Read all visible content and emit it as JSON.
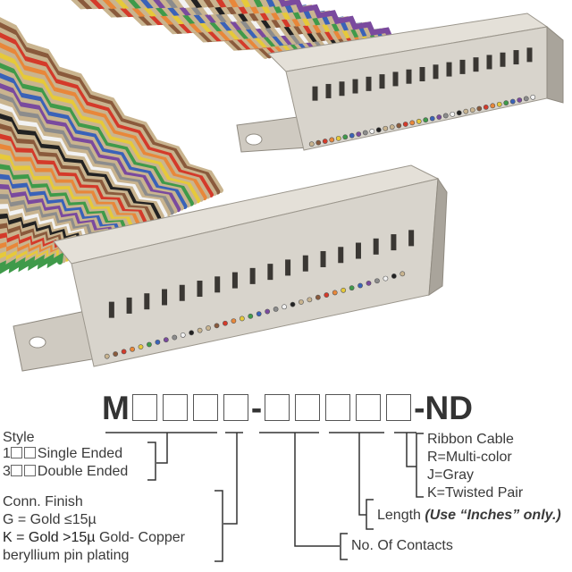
{
  "part_number": {
    "prefix": "M",
    "middle_sep": "-",
    "suffix": "-ND",
    "boxes_first_group": 4,
    "boxes_second_group": 5
  },
  "style": {
    "heading": "Style",
    "options": [
      {
        "code": "1",
        "label": "Single Ended"
      },
      {
        "code": "3",
        "label": "Double Ended"
      }
    ]
  },
  "finish": {
    "heading": "Conn. Finish",
    "option_g": "G = Gold ≤15µ",
    "option_k_bold": "K = Gold >15µ",
    "option_k_rest": " Gold- Copper",
    "option_k_line2": "beryllium pin plating"
  },
  "contacts": {
    "label": "No. Of Contacts"
  },
  "length": {
    "label": "Length ",
    "note": "(Use “Inches” only.)"
  },
  "cable": {
    "heading": "Ribbon Cable",
    "options": [
      "R=Multi-color",
      "J=Gray",
      "K=Twisted Pair"
    ]
  },
  "colors": {
    "connector": "#d8d4cc",
    "connector_dark": "#a9a49b",
    "wires": [
      "#c9b48f",
      "#8a5a3c",
      "#d43a2a",
      "#e8873a",
      "#e6c93a",
      "#3f9a4a",
      "#3a62b8",
      "#7a4a9e",
      "#8c8c8c",
      "#f2f2f2",
      "#222222",
      "#c9b48f"
    ]
  }
}
